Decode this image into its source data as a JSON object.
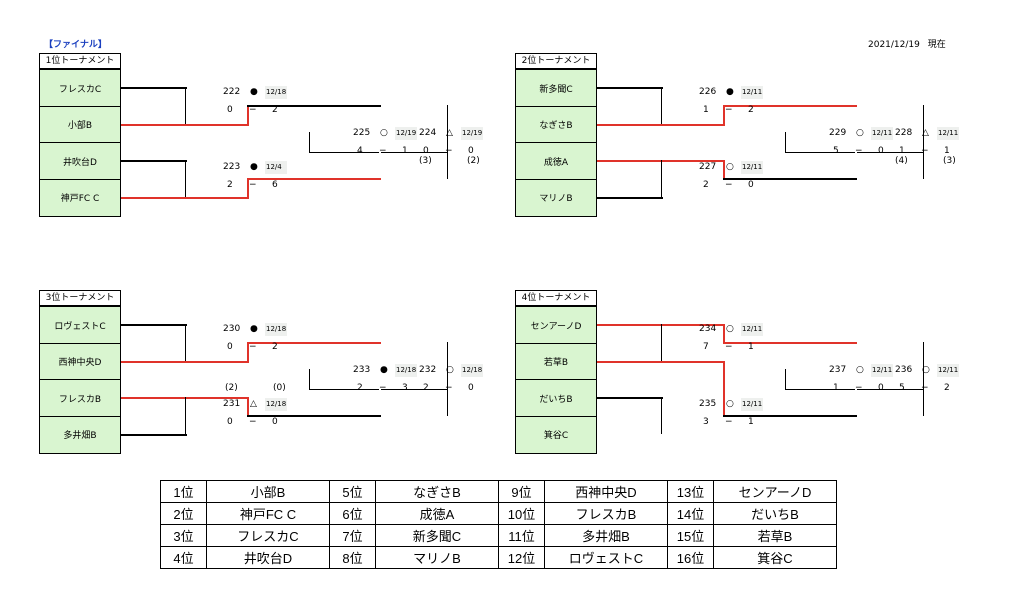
{
  "header": {
    "final_label": "【ファイナル】",
    "as_of_date": "2021/12/19",
    "as_of_suffix": "現在"
  },
  "brackets": [
    {
      "title": "1位トーナメント",
      "teams": [
        "フレスカC",
        "小部B",
        "井吹台D",
        "神戸FC C"
      ],
      "games": [
        {
          "no": "222",
          "mark": "●",
          "date": "12/18",
          "score_left": "0",
          "dash": "−",
          "score_right": "2"
        },
        {
          "no": "223",
          "mark": "●",
          "date": "12/4",
          "score_left": "2",
          "dash": "−",
          "score_right": "6"
        },
        {
          "no": "225",
          "mark": "○",
          "date": "12/19",
          "score_left": "4",
          "dash": "−",
          "score_right": "1"
        },
        {
          "no": "224",
          "mark": "△",
          "date": "12/19",
          "score_left": "0",
          "dash": "−",
          "score_right": "0",
          "pk_left": "(3)",
          "pk_right": "(2)"
        }
      ]
    },
    {
      "title": "2位トーナメント",
      "teams": [
        "新多聞C",
        "なぎさB",
        "成徳A",
        "マリノB"
      ],
      "games": [
        {
          "no": "226",
          "mark": "●",
          "date": "12/11",
          "score_left": "1",
          "dash": "−",
          "score_right": "2"
        },
        {
          "no": "227",
          "mark": "○",
          "date": "12/11",
          "score_left": "2",
          "dash": "−",
          "score_right": "0"
        },
        {
          "no": "229",
          "mark": "○",
          "date": "12/11",
          "score_left": "5",
          "dash": "−",
          "score_right": "0"
        },
        {
          "no": "228",
          "mark": "△",
          "date": "12/11",
          "score_left": "1",
          "dash": "−",
          "score_right": "1",
          "pk_left": "(4)",
          "pk_right": "(3)"
        }
      ]
    },
    {
      "title": "3位トーナメント",
      "teams": [
        "ロヴェストC",
        "西神中央D",
        "フレスカB",
        "多井畑B"
      ],
      "games": [
        {
          "no": "230",
          "mark": "●",
          "date": "12/18",
          "score_left": "0",
          "dash": "−",
          "score_right": "2"
        },
        {
          "no": "231",
          "mark": "△",
          "date": "12/18",
          "score_left": "0",
          "dash": "−",
          "score_right": "0",
          "pk_left": "(2)",
          "pk_right": "(0)"
        },
        {
          "no": "233",
          "mark": "●",
          "date": "12/18",
          "score_left": "2",
          "dash": "−",
          "score_right": "3"
        },
        {
          "no": "232",
          "mark": "○",
          "date": "12/18",
          "score_left": "2",
          "dash": "−",
          "score_right": "0"
        }
      ]
    },
    {
      "title": "4位トーナメント",
      "teams": [
        "センアーノD",
        "若草B",
        "だいちB",
        "箕谷C"
      ],
      "games": [
        {
          "no": "234",
          "mark": "○",
          "date": "12/11",
          "score_left": "7",
          "dash": "−",
          "score_right": "1"
        },
        {
          "no": "235",
          "mark": "○",
          "date": "12/11",
          "score_left": "3",
          "dash": "−",
          "score_right": "1"
        },
        {
          "no": "237",
          "mark": "○",
          "date": "12/11",
          "score_left": "1",
          "dash": "−",
          "score_right": "0"
        },
        {
          "no": "236",
          "mark": "○",
          "date": "12/11",
          "score_left": "5",
          "dash": "−",
          "score_right": "2"
        }
      ]
    }
  ],
  "rankings": [
    {
      "place": "1位",
      "team": "小部B"
    },
    {
      "place": "2位",
      "team": "神戸FC C"
    },
    {
      "place": "3位",
      "team": "フレスカC"
    },
    {
      "place": "4位",
      "team": "井吹台D"
    },
    {
      "place": "5位",
      "team": "なぎさB"
    },
    {
      "place": "6位",
      "team": "成徳A"
    },
    {
      "place": "7位",
      "team": "新多聞C"
    },
    {
      "place": "8位",
      "team": "マリノB"
    },
    {
      "place": "9位",
      "team": "西神中央D"
    },
    {
      "place": "10位",
      "team": "フレスカB"
    },
    {
      "place": "11位",
      "team": "多井畑B"
    },
    {
      "place": "12位",
      "team": "ロヴェストC"
    },
    {
      "place": "13位",
      "team": "センアーノD"
    },
    {
      "place": "14位",
      "team": "だいちB"
    },
    {
      "place": "15位",
      "team": "若草B"
    },
    {
      "place": "16位",
      "team": "箕谷C"
    }
  ],
  "colors": {
    "team_box": "#d9f5d0",
    "winner_line": "#e0332a",
    "header_link": "#1a3fbf"
  }
}
